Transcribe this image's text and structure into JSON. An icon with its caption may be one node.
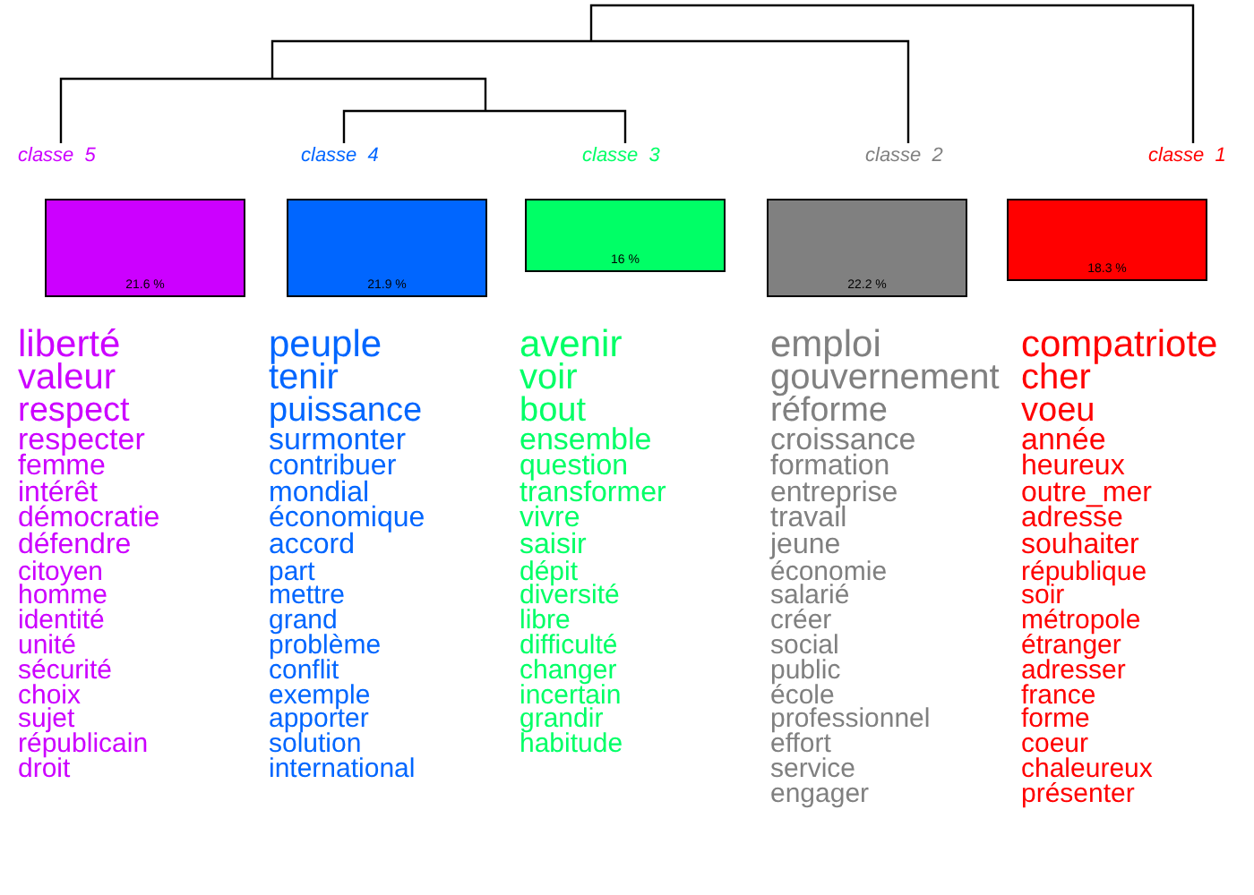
{
  "diagram": {
    "nodes": [
      {
        "text": [
          "classe  5",
          "21.6 %"
        ],
        "beside": [
          "liberté",
          "valeur",
          "respect",
          "respecter",
          "femme",
          "intérêt",
          "démocratie",
          "défendre",
          "citoyen",
          "homme",
          "identité",
          "unité",
          "sécurité",
          "choix",
          "sujet",
          "républicain",
          "droit"
        ]
      },
      {
        "text": [
          "classe  4",
          "21.9 %"
        ],
        "beside": [
          "peuple",
          "tenir",
          "puissance",
          "surmonter",
          "contribuer",
          "mondial",
          "économique",
          "accord",
          "part",
          "mettre",
          "grand",
          "problème",
          "conflit",
          "exemple",
          "apporter",
          "solution",
          "international"
        ]
      },
      {
        "text": [
          "classe  3",
          "16 %"
        ],
        "beside": [
          "avenir",
          "voir",
          "bout",
          "ensemble",
          "question",
          "transformer",
          "vivre",
          "saisir",
          "dépit",
          "diversité",
          "libre",
          "difficulté",
          "changer",
          "incertain",
          "grandir",
          "habitude"
        ]
      },
      {
        "text": [
          "classe  2",
          "22.2 %"
        ],
        "beside": [
          "emploi",
          "gouvernement",
          "réforme",
          "croissance",
          "formation",
          "entreprise",
          "travail",
          "jeune",
          "économie",
          "salarié",
          "créer",
          "social",
          "public",
          "école",
          "professionnel",
          "effort",
          "service",
          "engager"
        ]
      },
      {
        "text": [
          "classe  1",
          "18.3 %"
        ],
        "beside": [
          "compatriote",
          "cher",
          "voeu",
          "année",
          "heureux",
          "outre_mer",
          "adresse",
          "souhaiter",
          "république",
          "soir",
          "métropole",
          "étranger",
          "adresser",
          "france",
          "forme",
          "coeur",
          "chaleureux",
          "présenter"
        ]
      }
    ]
  }
}
